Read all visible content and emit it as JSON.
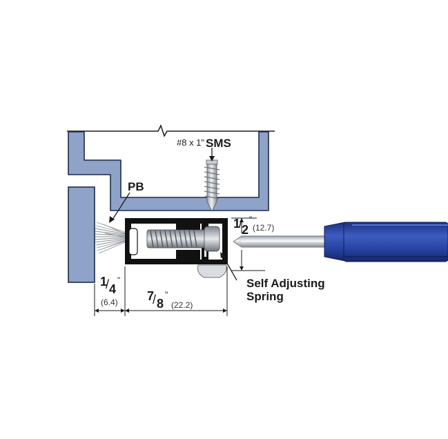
{
  "labels": {
    "screw_spec": "#8 x 1\"",
    "screw_type": "SMS",
    "brush_label": "PB",
    "spring_label_line1": "Self Adjusting",
    "spring_label_line2": "Spring"
  },
  "dimensions": {
    "height": {
      "whole": "1",
      "num": "/",
      "den": "2",
      "inch_mark": "\"",
      "mm": "(12.7)"
    },
    "gap": {
      "num": "1",
      "slash": "/",
      "den": "4",
      "inch_mark": "\"",
      "mm": "(6.4)"
    },
    "width": {
      "num": "7",
      "slash": "/",
      "den": "8",
      "inch_mark": "\"",
      "mm": "(22.2)"
    }
  },
  "colors": {
    "frame": "#8fa2c8",
    "frame_outline": "#1c2a4a",
    "carrier": "#111111",
    "screw": "#c8ccd3",
    "screwdriver_handle": "#2b4aa8",
    "screwdriver_dark": "#1b3282"
  },
  "icons": [
    "brush-seal-icon",
    "screw-icon",
    "screwdriver-icon",
    "spring-icon"
  ]
}
